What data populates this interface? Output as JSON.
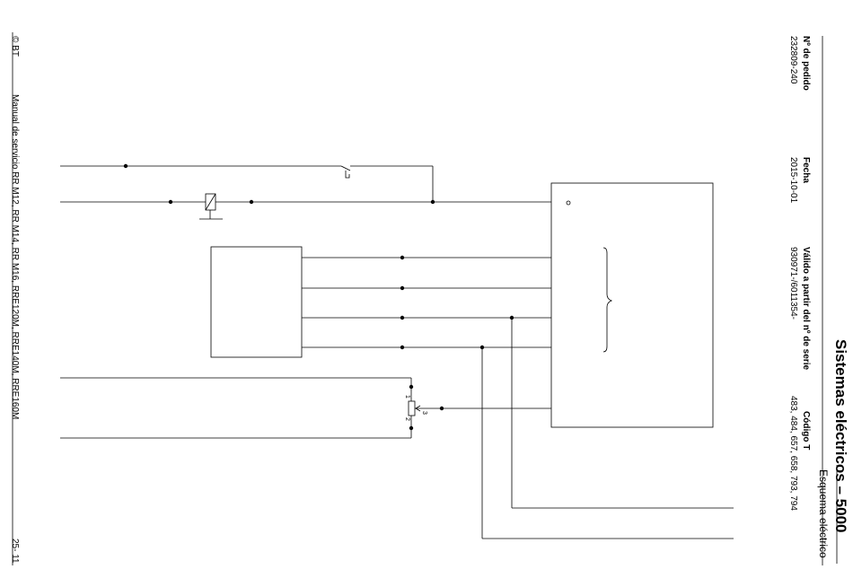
{
  "header": {
    "title": "Sistemas eléctricos – 5000",
    "subtitle": "Esquema eléctrico"
  },
  "meta": {
    "order_label": "Nº de pedido",
    "order_value": "232809-240",
    "date_label": "Fecha",
    "date_value": "2015-10-01",
    "serial_label": "Válido a partir del nº de serie",
    "serial_value": "930971-/6011354-",
    "tcode_label": "Código T",
    "tcode_value": "483, 484, 657, 658, 793, 794"
  },
  "footer": {
    "copyright": "© BT",
    "manual": "Manual de servicio  RR M12, RR M14, RR M16, RRE120M, RRE140M, RRE160M",
    "page": "25- 11"
  },
  "diagram": {
    "pot_pin1": "1",
    "pot_pin2": "2",
    "pot_pin3": "3"
  }
}
